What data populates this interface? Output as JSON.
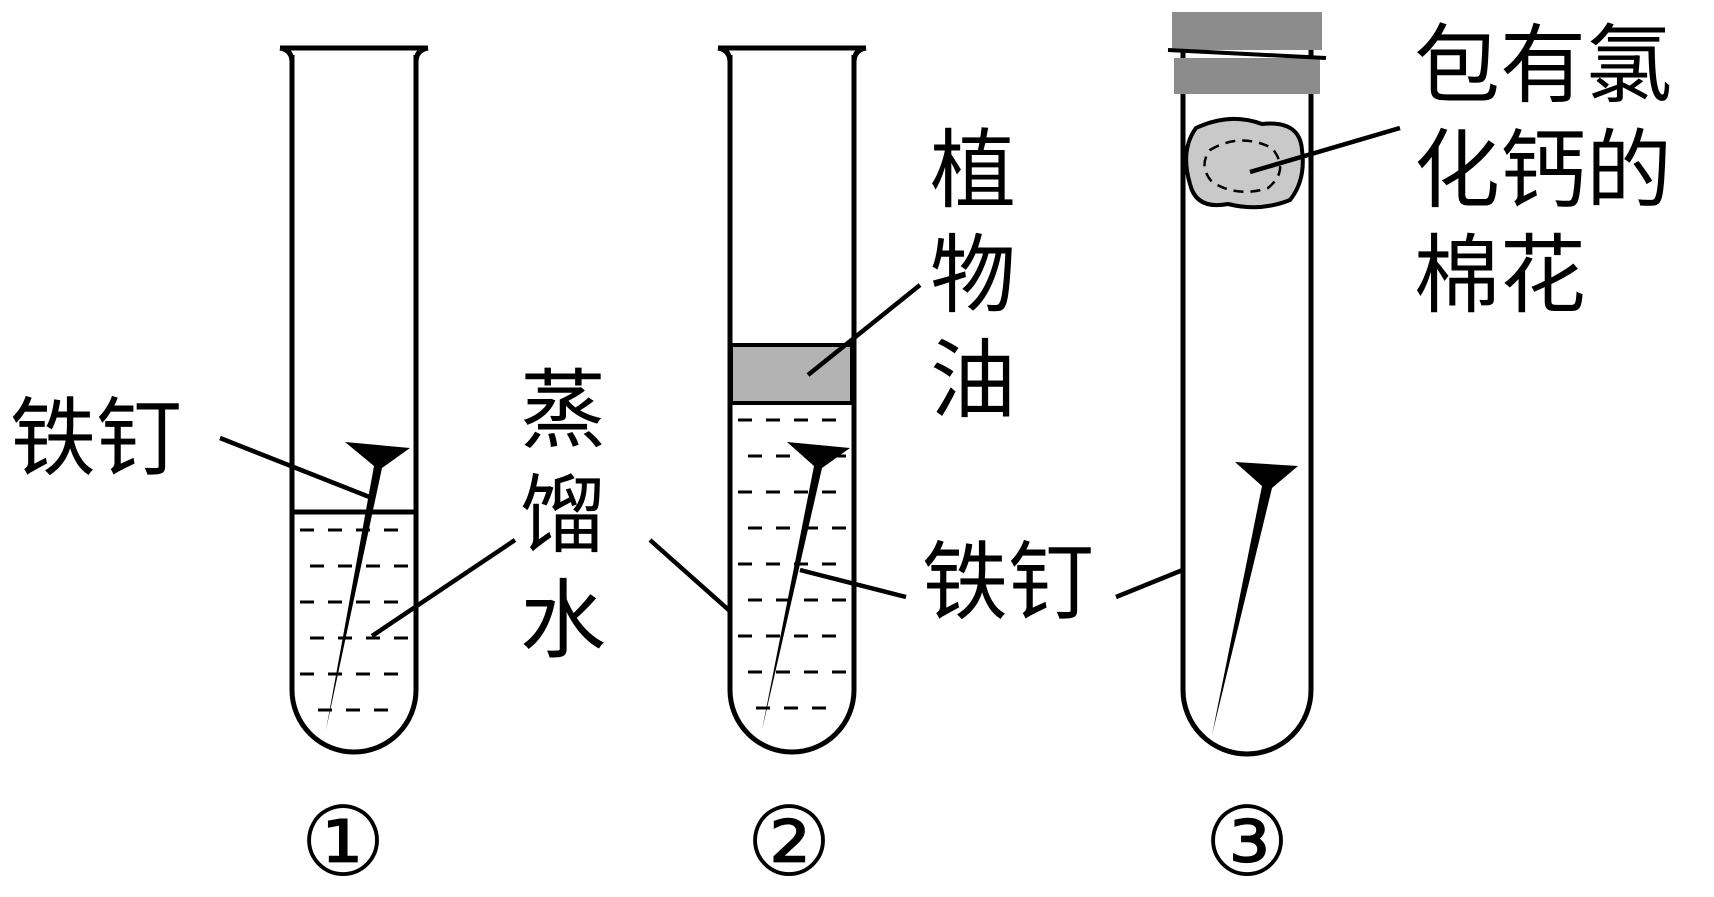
{
  "colors": {
    "ink": "#000000",
    "oil": "#b3b3b3",
    "stopper": "#8c8c8c",
    "cotton": "#c9c9c9",
    "background": "#ffffff"
  },
  "tubes": [
    {
      "number": "①",
      "nail_label": "铁钉",
      "water_label": "蒸馏水"
    },
    {
      "number": "②",
      "oil_label": "植物油",
      "nail_label": "铁钉"
    },
    {
      "number": "③",
      "cotton_label": "包有氯化钙的棉花",
      "nail_label": "铁钉"
    }
  ]
}
